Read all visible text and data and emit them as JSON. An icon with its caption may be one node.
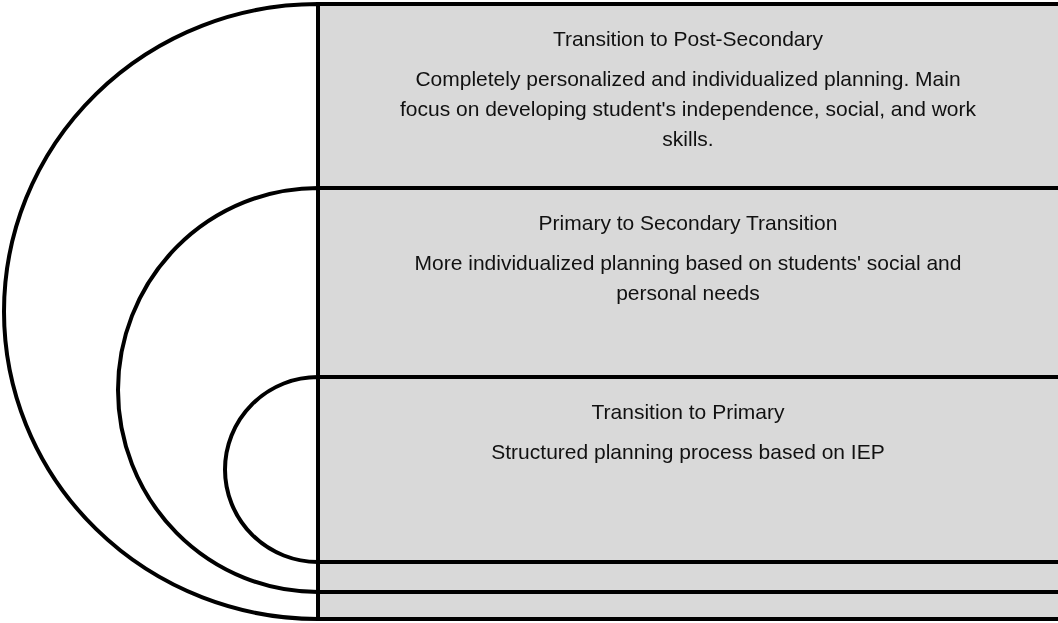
{
  "diagram": {
    "nodes": [
      {
        "text": [
          "Transition to Post-Secondary",
          "Completely personalized and individualized planning. Main focus on developing student's independence, social, and work skills."
        ]
      },
      {
        "text": [
          "Primary to Secondary Transition",
          "More individualized planning based on students' social and personal needs"
        ],
        "in": 0
      },
      {
        "text": [
          "Transition to Primary",
          "Structured planning process based on IEP"
        ],
        "in": 1
      }
    ]
  }
}
